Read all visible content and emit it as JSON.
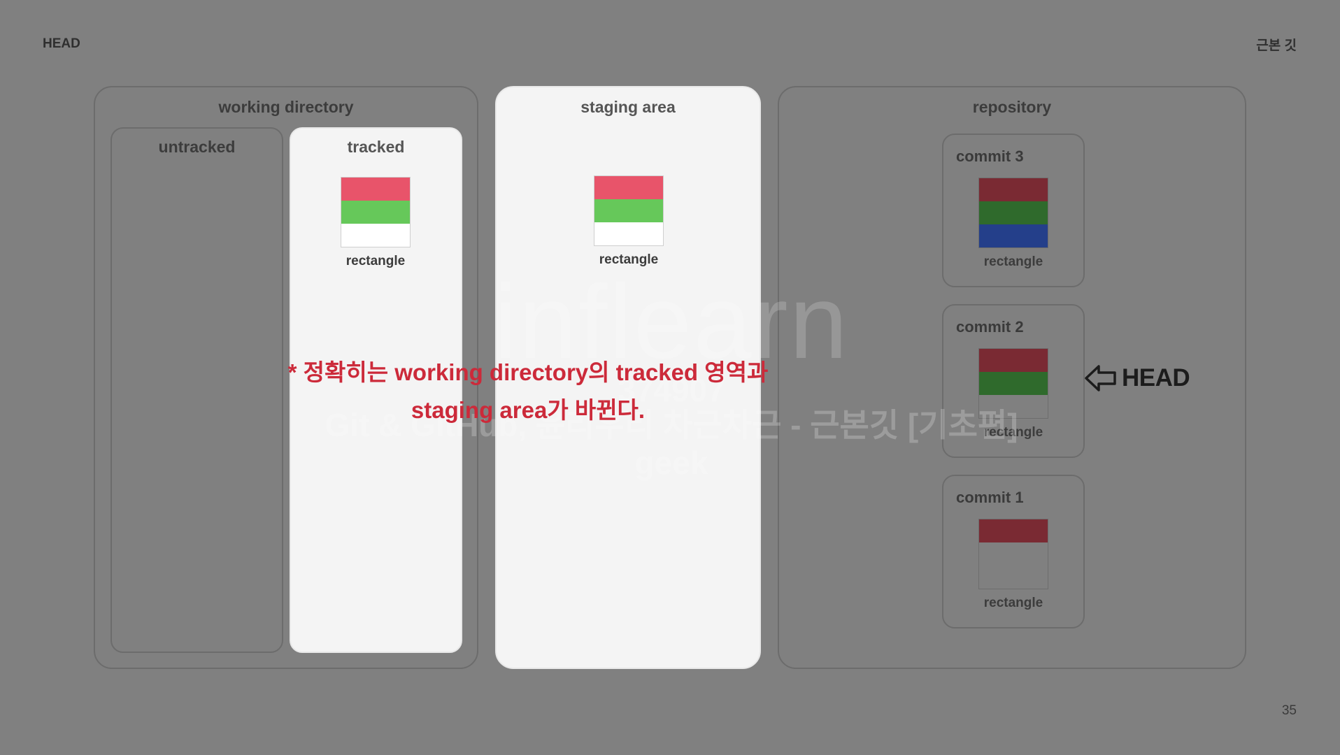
{
  "header": {
    "left": "HEAD",
    "right": "근본 깃"
  },
  "page_number": "35",
  "working_directory": {
    "title": "working directory",
    "untracked": {
      "title": "untracked"
    },
    "tracked": {
      "title": "tracked",
      "file_label": "rectangle",
      "bands": [
        "#e8546a",
        "#66c85a",
        "#ffffff"
      ]
    }
  },
  "staging_area": {
    "title": "staging area",
    "file_label": "rectangle",
    "bands": [
      "#e8546a",
      "#66c85a",
      "#ffffff"
    ]
  },
  "repository": {
    "title": "repository",
    "commits": [
      {
        "title": "commit 3",
        "file_label": "rectangle",
        "bands": [
          "#7a2a33",
          "#2f6a2c",
          "#243f8a"
        ]
      },
      {
        "title": "commit 2",
        "file_label": "rectangle",
        "bands": [
          "#7a2a33",
          "#2f6a2c",
          "#808080"
        ]
      },
      {
        "title": "commit 1",
        "file_label": "rectangle",
        "bands": [
          "#7a2a33",
          "#808080",
          "#808080"
        ]
      }
    ],
    "head_pointer": {
      "label": "HEAD",
      "target": "commit 2"
    }
  },
  "note": {
    "line1": "* 정확히는 working directory의 tracked 영역과",
    "line2": "staging area가 바뀐다."
  },
  "watermark": {
    "brand": "inflearn",
    "id": "374907",
    "course": "Git & GitHub, 윤리우리 차근차근 - 근본깃 [기초편]",
    "user": "geek"
  }
}
